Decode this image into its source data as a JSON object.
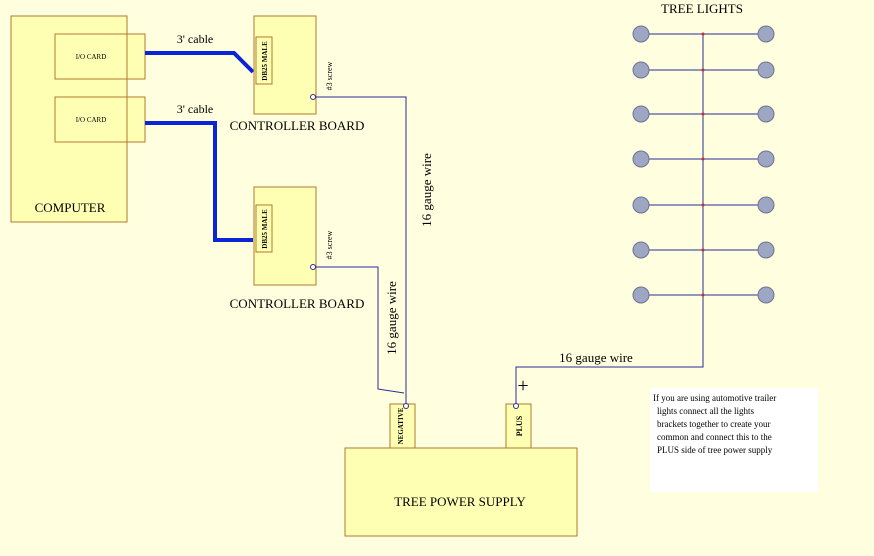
{
  "colors": {
    "background": "#ffffe0",
    "box_fill": "#ffffb3",
    "box_border": "#b07a30",
    "thin_wire": "#2a2a9a",
    "thick_cable": "#0a24d6",
    "bulb": "#9da6c3",
    "note_bg": "#ffffff"
  },
  "computer": {
    "label": "COMPUTER",
    "cards": [
      "I/O CARD",
      "I/O CARD"
    ]
  },
  "cables": [
    "3' cable",
    "3' cable"
  ],
  "controller_boards": [
    {
      "label": "CONTROLLER BOARD",
      "connector": "DB25 MALE",
      "screw": "#3 screw"
    },
    {
      "label": "CONTROLLER BOARD",
      "connector": "DB25 MALE",
      "screw": "#3 screw"
    }
  ],
  "wire_labels": [
    "16 gauge wire",
    "16 gauge wire",
    "16 gauge wire"
  ],
  "power_supply": {
    "label": "TREE POWER SUPPLY",
    "negative": "NEGATIVE",
    "plus": "PLUS",
    "plus_symbol": "+"
  },
  "tree_lights": {
    "title": "TREE LIGHTS",
    "rows": 7
  },
  "note": {
    "lines": [
      "If you are using automotive trailer",
      "lights connect all the lights",
      "brackets together to create your",
      "common and connect this to the",
      "PLUS side of tree power supply"
    ]
  }
}
